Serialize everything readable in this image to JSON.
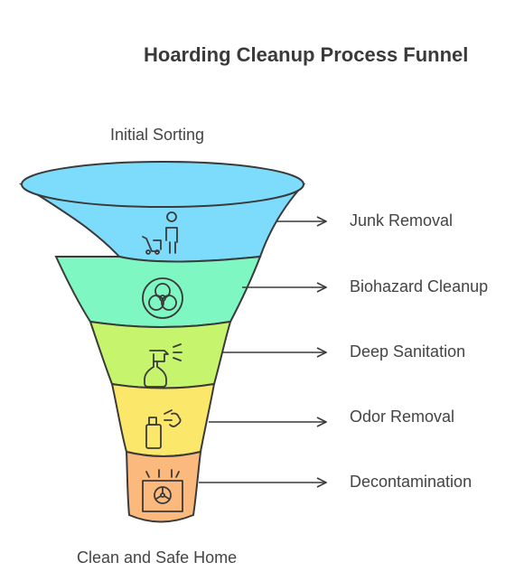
{
  "title": "Hoarding Cleanup Process Funnel",
  "top_label": "Initial Sorting",
  "bottom_label": "Clean and Safe Home",
  "stages": [
    {
      "label": "Junk Removal",
      "icon": "person-with-cart-icon",
      "color": "#7ddcfb"
    },
    {
      "label": "Biohazard Cleanup",
      "icon": "biohazard-icon",
      "color": "#7ef7c3"
    },
    {
      "label": "Deep Sanitation",
      "icon": "spray-bottle-icon",
      "color": "#c6f56d"
    },
    {
      "label": "Odor Removal",
      "icon": "air-freshener-icon",
      "color": "#fbe86b"
    },
    {
      "label": "Decontamination",
      "icon": "radiation-zone-icon",
      "color": "#fbb97d"
    }
  ]
}
